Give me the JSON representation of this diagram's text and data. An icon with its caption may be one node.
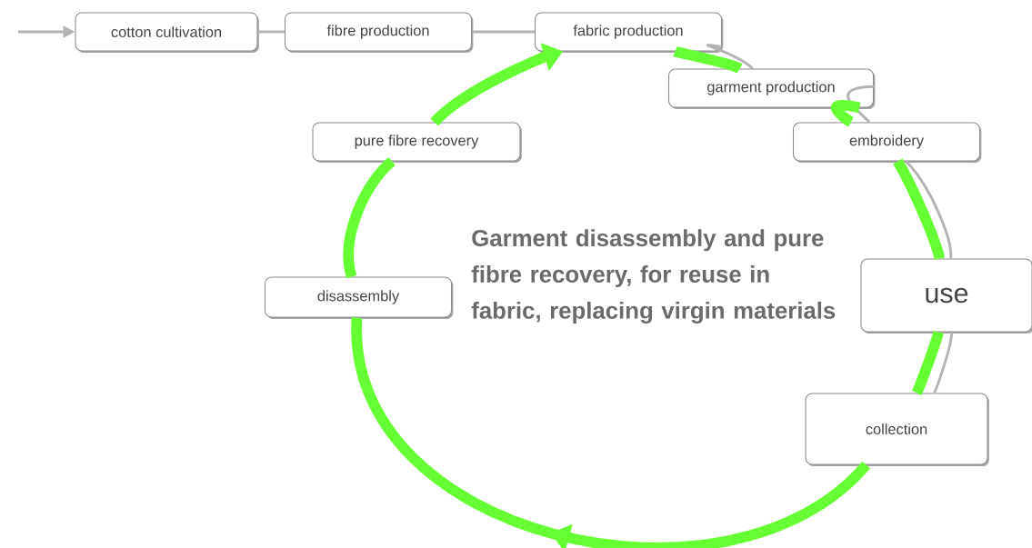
{
  "diagram": {
    "nodes": [
      {
        "text": [
          "cotton cultivation"
        ]
      },
      {
        "text": [
          "fibre production"
        ]
      },
      {
        "text": [
          "fabric production"
        ]
      },
      {
        "text": [
          "garment production"
        ]
      },
      {
        "text": [
          "embroidery"
        ]
      },
      {
        "text": [
          "use"
        ]
      },
      {
        "text": [
          "collection"
        ]
      },
      {
        "text": [
          "pure fibre recovery"
        ]
      },
      {
        "text": [
          "disassembly"
        ]
      }
    ],
    "edges": [
      {
        "from": null,
        "to": 0,
        "arrow": "to",
        "color": "#b3b3b3"
      },
      {
        "from": 0,
        "to": 1,
        "arrow": "none",
        "color": "#b3b3b3"
      },
      {
        "from": 1,
        "to": 2,
        "arrow": "none",
        "color": "#b3b3b3"
      },
      {
        "from": 2,
        "to": 3,
        "arrow": "none",
        "color": "#b3b3b3"
      },
      {
        "from": 3,
        "to": 4,
        "arrow": "none",
        "color": "#b3b3b3"
      },
      {
        "from": 4,
        "to": 5,
        "arrow": "none",
        "color": "#b3b3b3"
      },
      {
        "from": 5,
        "to": 6,
        "arrow": "none",
        "color": "#b3b3b3"
      },
      {
        "from": 2,
        "to": 3,
        "arrow": "none",
        "style": "thick",
        "color": "#66ff33"
      },
      {
        "from": 3,
        "to": 4,
        "arrow": "none",
        "style": "thick",
        "color": "#66ff33"
      },
      {
        "from": 4,
        "to": 5,
        "arrow": "none",
        "style": "thick",
        "color": "#66ff33"
      },
      {
        "from": 5,
        "to": 6,
        "arrow": "none",
        "style": "thick",
        "color": "#66ff33"
      },
      {
        "from": 6,
        "to": 8,
        "arrow": "to",
        "style": "thick",
        "color": "#66ff33"
      },
      {
        "from": 8,
        "to": 7,
        "arrow": "none",
        "style": "thick",
        "color": "#66ff33"
      },
      {
        "from": 7,
        "to": 2,
        "arrow": "to",
        "style": "thick",
        "color": "#66ff33"
      }
    ],
    "labels": [
      "Garment disassembly and pure fibre recovery, for reuse in fabric, replacing virgin materials"
    ]
  }
}
